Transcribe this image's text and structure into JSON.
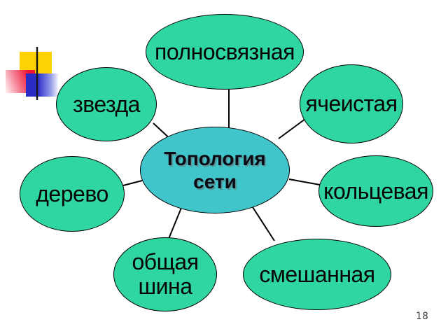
{
  "slide": {
    "page_number": "18",
    "background_color": "#ffffff"
  },
  "diagram": {
    "center": {
      "label": "Топология сети"
    },
    "nodes": [
      {
        "id": "full-mesh",
        "label": "полносвязная"
      },
      {
        "id": "star",
        "label": "звезда"
      },
      {
        "id": "mesh",
        "label": "ячеистая"
      },
      {
        "id": "tree",
        "label": "дерево"
      },
      {
        "id": "ring",
        "label": "кольцевая"
      },
      {
        "id": "common-bus",
        "label": "общая шина"
      },
      {
        "id": "mixed",
        "label": "смешанная"
      }
    ],
    "colors": {
      "node_fill": "#2fd6a1",
      "center_fill": "#40c6ca",
      "outline": "#000000",
      "connector": "#000000"
    }
  },
  "decoration": {
    "squares": [
      {
        "name": "yellow-square",
        "color": "#ffd203"
      },
      {
        "name": "red-square",
        "color": "#ee1431"
      },
      {
        "name": "blue-square",
        "color": "#2b2bc6"
      }
    ],
    "line_color_start": "#1c1c1c",
    "line_color_end": "#f0f0f0"
  }
}
